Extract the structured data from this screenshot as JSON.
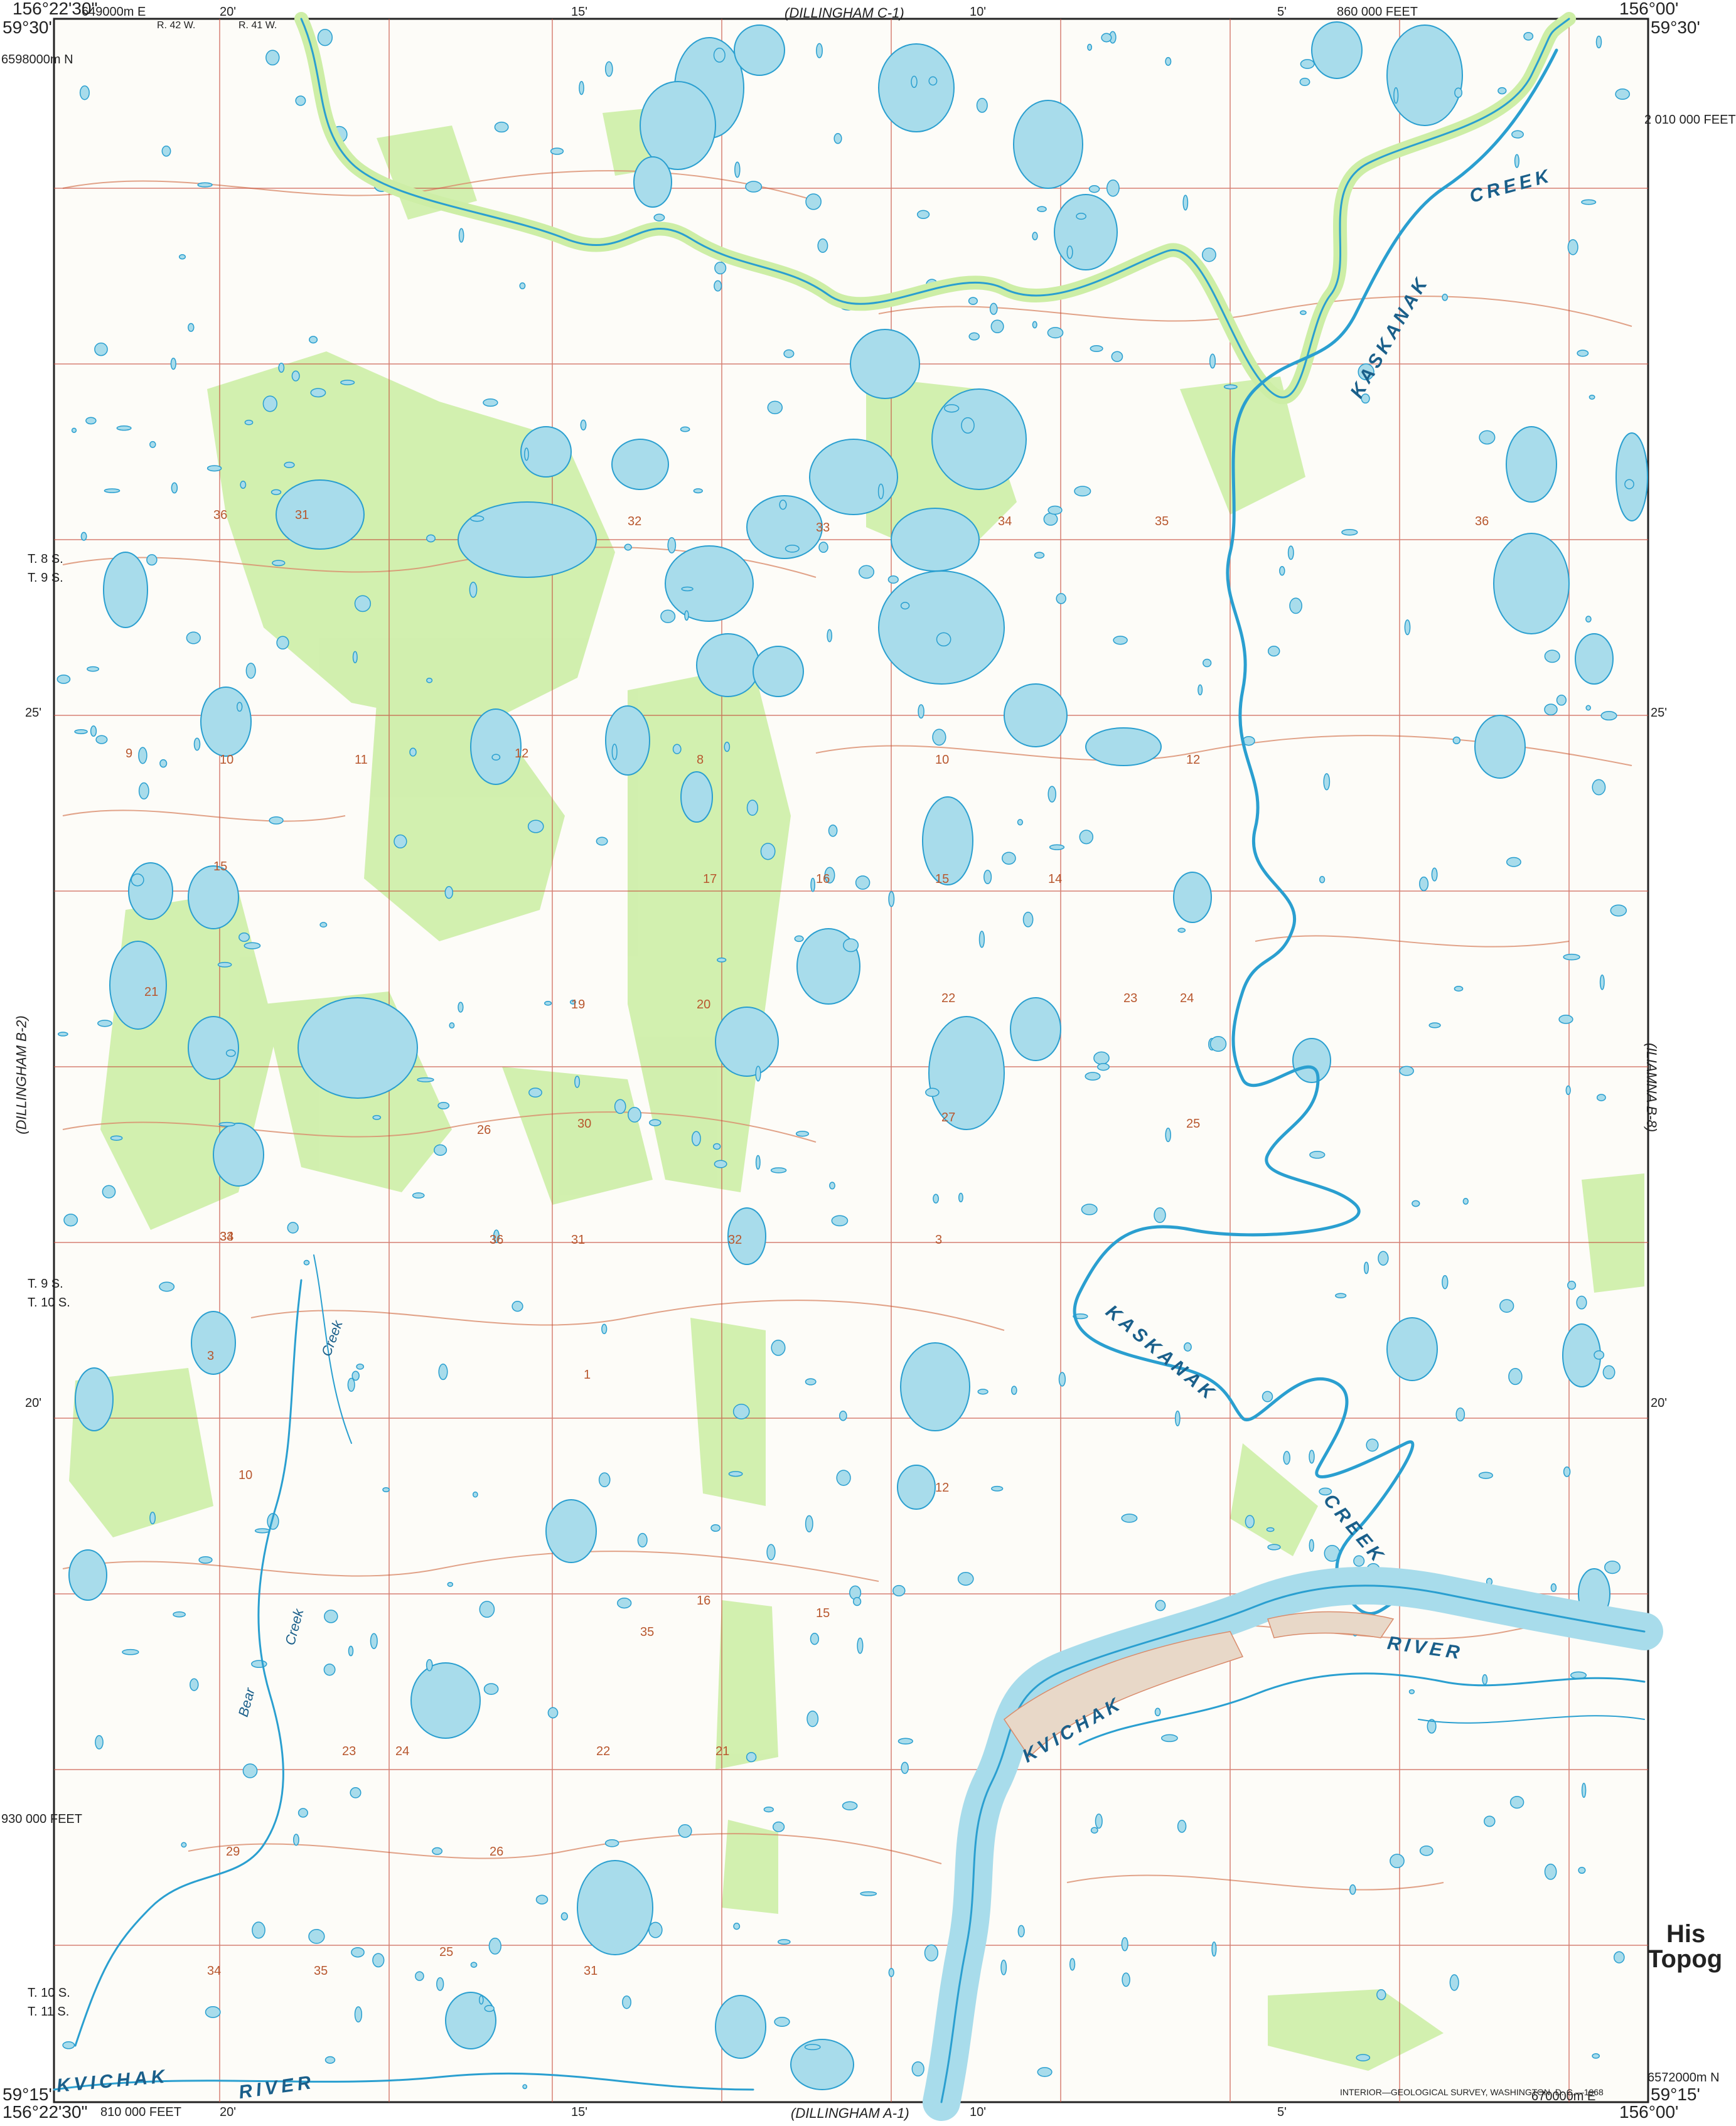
{
  "map": {
    "corners": {
      "top_left": "156°22'30\"",
      "top_left_lat": "59°30'",
      "top_right": "156°00'",
      "top_right_lat": "59°30'",
      "bottom_left": "156°22'30\"",
      "bottom_left_lat": "59°15'",
      "bottom_right": "156°00'",
      "bottom_right_lat": "59°15'"
    },
    "top_ticks": [
      "649000m E",
      "20'",
      "15'",
      "10'",
      "5'",
      "860 000 FEET"
    ],
    "bottom_ticks": [
      "810 000 FEET",
      "20'",
      "15'",
      "10'",
      "5'",
      "670000m E"
    ],
    "left_ticks": [
      "6598000m N",
      "25'",
      "20'",
      "930 000 FEET"
    ],
    "right_ticks": [
      "2 010 000 FEET",
      "25'",
      "20'",
      "6572000m N"
    ],
    "adjacent": {
      "north": "(DILLINGHAM C-1)",
      "south": "(DILLINGHAM A-1)",
      "west": "(DILLINGHAM B-2)",
      "east": "(ILIAMNA B-8)"
    },
    "townships": [
      "T. 8 S.",
      "T. 9 S.",
      "T. 9 S.",
      "T. 10 S.",
      "T. 10 S.",
      "T. 11 S."
    ],
    "ranges": [
      "R. 42 W.",
      "R. 41 W."
    ],
    "features": [
      {
        "name": "KASKANAK",
        "kind": "creek"
      },
      {
        "name": "CREEK",
        "kind": "creek"
      },
      {
        "name": "KASKANAK",
        "kind": "creek"
      },
      {
        "name": "CREEK",
        "kind": "creek"
      },
      {
        "name": "KVICHAK",
        "kind": "river"
      },
      {
        "name": "RIVER",
        "kind": "river"
      },
      {
        "name": "KVICHAK",
        "kind": "river"
      },
      {
        "name": "RIVER",
        "kind": "river"
      }
    ],
    "small_labels": [
      "Creek",
      "Bear",
      "Creek"
    ],
    "sections": [
      "36",
      "31",
      "32",
      "33",
      "34",
      "35",
      "36",
      "10",
      "11",
      "12",
      "9",
      "8",
      "10",
      "12",
      "15",
      "17",
      "16",
      "15",
      "14",
      "22",
      "21",
      "23",
      "24",
      "19",
      "20",
      "25",
      "30",
      "27",
      "26",
      "33",
      "34",
      "36",
      "31",
      "32",
      "35",
      "3",
      "1",
      "3",
      "10",
      "12",
      "15",
      "16",
      "22",
      "23",
      "24",
      "21",
      "29",
      "26",
      "25",
      "34",
      "35",
      "31"
    ],
    "credit": "INTERIOR—GEOLOGICAL SURVEY, WASHINGTON, D. C.—1968",
    "title_fragment_1": "His",
    "title_fragment_2": "Topog"
  },
  "colors": {
    "water": "#a8dceb",
    "water_line": "#2a9fd0",
    "vegetation": "#cdeea6",
    "contour": "#d98b6b",
    "paper": "#fdfcf8",
    "grid": "#c54a3a"
  }
}
